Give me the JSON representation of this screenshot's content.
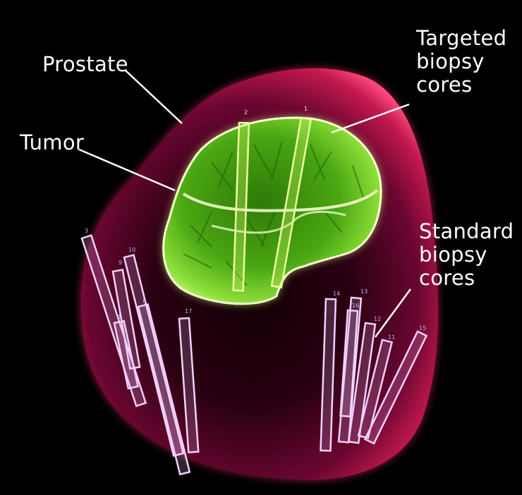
{
  "labels": {
    "prostate": "Prostate",
    "tumor": "Tumor",
    "targeted": "Targeted\nbiopsy\ncores",
    "standard": "Standard\nbiopsy\ncores"
  },
  "colors": {
    "background": "#000000",
    "prostate": "#e02a5c",
    "tumor": "#7dd62a",
    "targeted_core": "#e8ff8a",
    "standard_core": "#e8b8ff",
    "leader_line": "#ffffff"
  },
  "core_numbers": {
    "targeted": [
      "2",
      "1"
    ],
    "standard": [
      "3",
      "9",
      "10",
      "4",
      "8",
      "17",
      "14",
      "13",
      "16",
      "12",
      "11",
      "15"
    ]
  }
}
